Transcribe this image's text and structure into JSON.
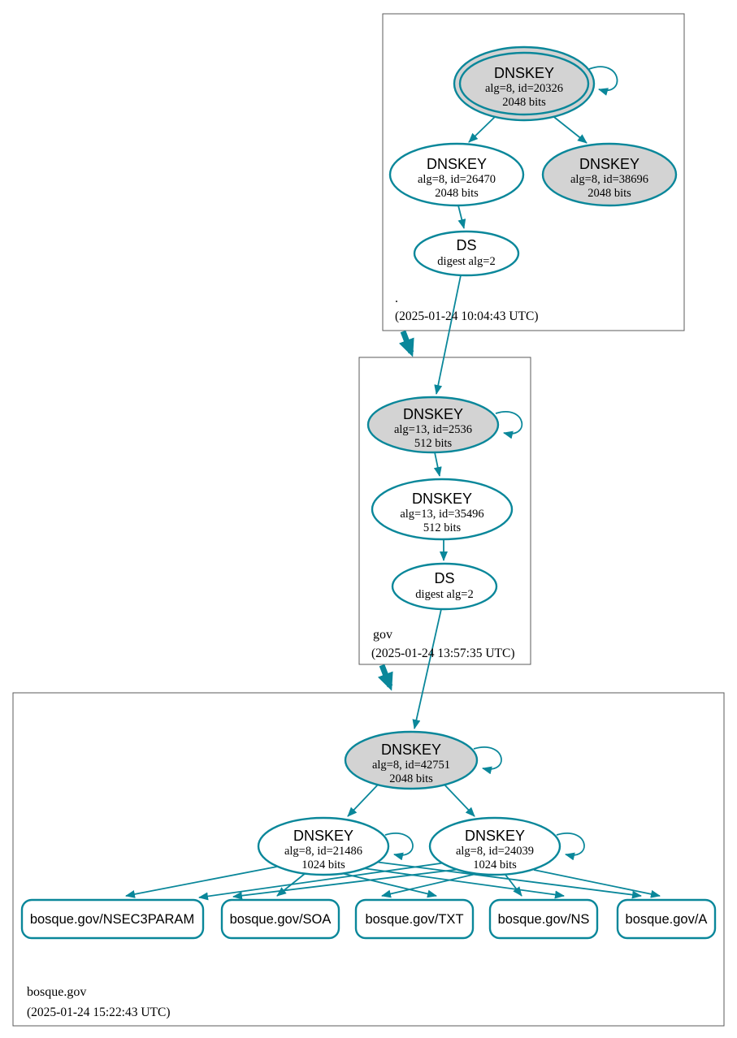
{
  "diagram": {
    "kind": "dnssec-authentication-chain",
    "colors": {
      "edge": "#0a879a",
      "ksk_fill": "#d3d3d3",
      "node_fill": "#ffffff",
      "box_border": "#5b5b5b",
      "text": "#000000"
    },
    "zones": [
      {
        "name": ".",
        "timestamp": "(2025-01-24 10:04:43 UTC)",
        "nodes": {
          "ksk": {
            "type": "DNSKEY",
            "detail": "alg=8, id=20326",
            "bits": "2048 bits"
          },
          "zsk": {
            "type": "DNSKEY",
            "detail": "alg=8, id=26470",
            "bits": "2048 bits"
          },
          "ksk2": {
            "type": "DNSKEY",
            "detail": "alg=8, id=38696",
            "bits": "2048 bits"
          },
          "ds": {
            "type": "DS",
            "detail": "digest alg=2"
          }
        }
      },
      {
        "name": "gov",
        "timestamp": "(2025-01-24 13:57:35 UTC)",
        "nodes": {
          "ksk": {
            "type": "DNSKEY",
            "detail": "alg=13, id=2536",
            "bits": "512 bits"
          },
          "zsk": {
            "type": "DNSKEY",
            "detail": "alg=13, id=35496",
            "bits": "512 bits"
          },
          "ds": {
            "type": "DS",
            "detail": "digest alg=2"
          }
        }
      },
      {
        "name": "bosque.gov",
        "timestamp": "(2025-01-24 15:22:43 UTC)",
        "nodes": {
          "ksk": {
            "type": "DNSKEY",
            "detail": "alg=8, id=42751",
            "bits": "2048 bits"
          },
          "zsk1": {
            "type": "DNSKEY",
            "detail": "alg=8, id=21486",
            "bits": "1024 bits"
          },
          "zsk2": {
            "type": "DNSKEY",
            "detail": "alg=8, id=24039",
            "bits": "1024 bits"
          }
        },
        "rrsets": [
          "bosque.gov/NSEC3PARAM",
          "bosque.gov/SOA",
          "bosque.gov/TXT",
          "bosque.gov/NS",
          "bosque.gov/A"
        ]
      }
    ]
  }
}
